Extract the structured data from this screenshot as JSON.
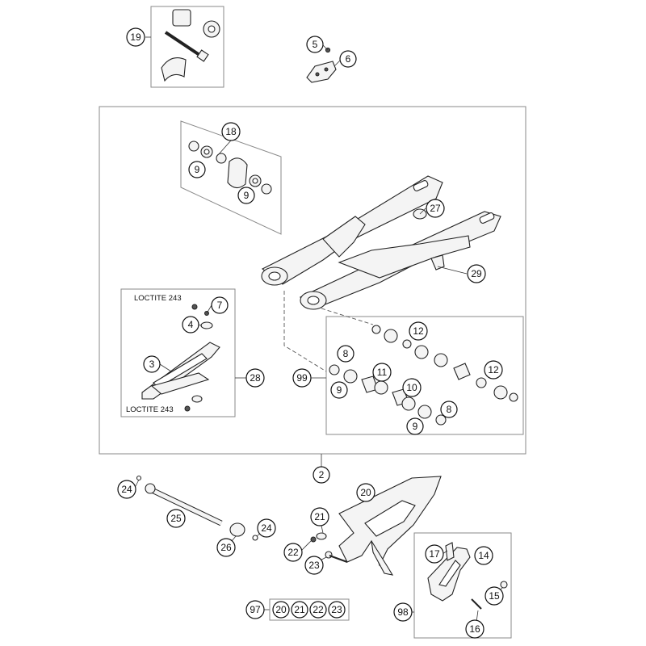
{
  "callouts": {
    "c19": "19",
    "c5": "5",
    "c6": "6",
    "c18": "18",
    "c9a": "9",
    "c9b": "9",
    "c27": "27",
    "c29": "29",
    "c7": "7",
    "c4": "4",
    "c3": "3",
    "c28": "28",
    "c12a": "12",
    "c12b": "12",
    "c8a": "8",
    "c99": "99",
    "c11": "11",
    "c9c": "9",
    "c10": "10",
    "c8b": "8",
    "c9d": "9",
    "c2": "2",
    "c24a": "24",
    "c20": "20",
    "c25": "25",
    "c21": "21",
    "c24b": "24",
    "c22": "22",
    "c26": "26",
    "c23": "23",
    "c17": "17",
    "c14": "14",
    "c15": "15",
    "c98": "98",
    "c16": "16",
    "kit97": "97",
    "kit20": "20",
    "kit21": "21",
    "kit22": "22",
    "kit23": "23"
  },
  "notes": {
    "loctite_top": "LOCTITE 243",
    "loctite_bottom": "LOCTITE 243"
  },
  "colors": {
    "line": "#222222",
    "frame": "#8a8a8a",
    "fill": "#f4f4f4"
  }
}
